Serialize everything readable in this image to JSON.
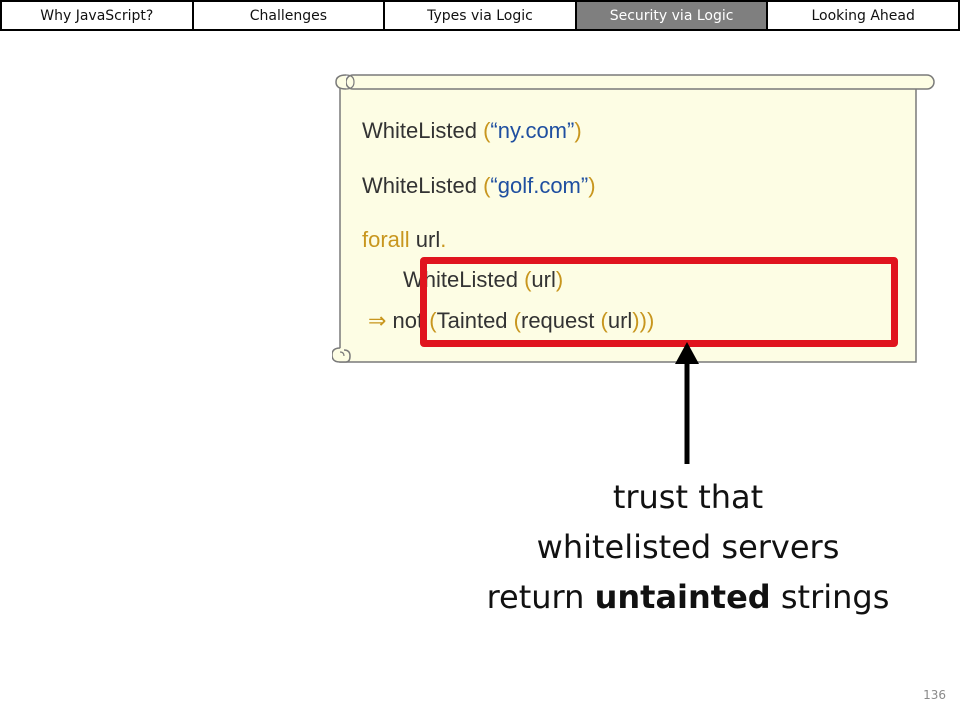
{
  "nav": {
    "tabs": [
      {
        "label": "Why JavaScript?",
        "active": false
      },
      {
        "label": "Challenges",
        "active": false
      },
      {
        "label": "Types via Logic",
        "active": false
      },
      {
        "label": "Security via Logic",
        "active": true
      },
      {
        "label": "Looking Ahead",
        "active": false
      }
    ]
  },
  "code": {
    "line1": {
      "kw": "WhiteListed",
      "open": " (",
      "str": "“ny.com”",
      "close": ")"
    },
    "line2": {
      "kw": "WhiteListed",
      "open": " (",
      "str": "“golf.com”",
      "close": ")"
    },
    "line3": {
      "kw": "forall",
      "var": " url",
      "dot": "."
    },
    "line4": {
      "kw": "WhiteListed",
      "open": " (",
      "var": "url",
      "close": ")"
    },
    "line5": {
      "implies": "⇒",
      "not": " not",
      "p1": " (",
      "tainted": "Tainted",
      "p2": " (",
      "request": "request",
      "p3": " (",
      "url": "url",
      "p4": ")))"
    }
  },
  "caption": {
    "line1": "trust that",
    "line2": "whitelisted servers",
    "line3_prefix": "return ",
    "line3_bold": "untainted",
    "line3_suffix": " strings"
  },
  "page_number": "136",
  "colors": {
    "scroll_fill": "#fdfde4",
    "highlight": "#e0141e",
    "nav_active": "#7f7f7f",
    "keyword": "#333333",
    "symbol": "#c8961e",
    "string": "#1f4fa0"
  }
}
